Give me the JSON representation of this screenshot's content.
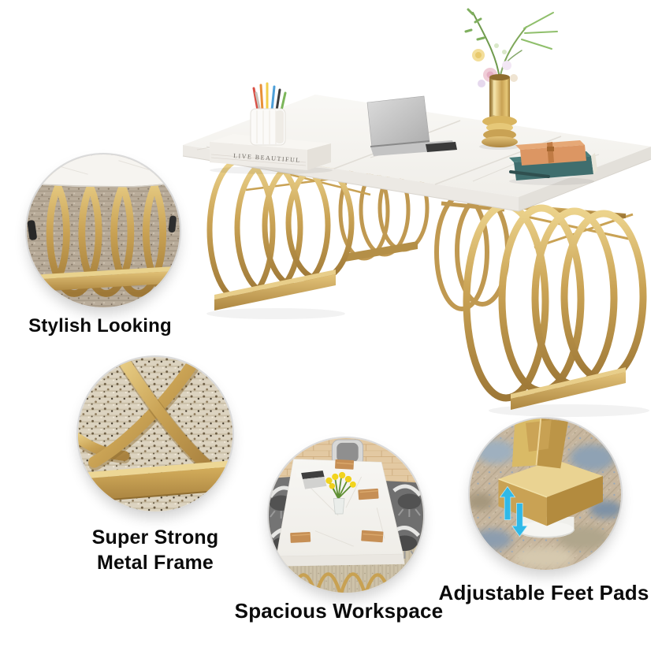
{
  "page": {
    "type": "product-feature-graphic",
    "background": "#FFFFFF"
  },
  "hero": {
    "name": "gold-frame-marble-office-desk",
    "book_spine_text": "LIVE BEAUTIFUL"
  },
  "features": [
    {
      "id": "stylish-looking",
      "label": "Stylish Looking"
    },
    {
      "id": "super-strong-metal-frame",
      "label_line1": "Super Strong",
      "label_line2": "Metal Frame"
    },
    {
      "id": "spacious-workspace",
      "label": "Spacious Workspace"
    },
    {
      "id": "adjustable-feet-pads",
      "label": "Adjustable Feet Pads"
    }
  ],
  "icons": {
    "adjustable_arrows": "up-down-arrows"
  },
  "colors": {
    "gold": "#C9A254",
    "gold_light": "#E8CD85",
    "gold_dark": "#A8813F",
    "marble": "#F6F5F2",
    "label_text": "#0B0B0B",
    "arrow_blue": "#2FB9E8",
    "teal_book": "#3F6E6E",
    "tan_book": "#DC9663",
    "rug_beige": "#B9AC9A",
    "rug_speckled": "#DCD3C0",
    "rug_mottled": "#C7B69E",
    "wood_floor": "#E3C9A2",
    "background": "#FFFFFF"
  }
}
